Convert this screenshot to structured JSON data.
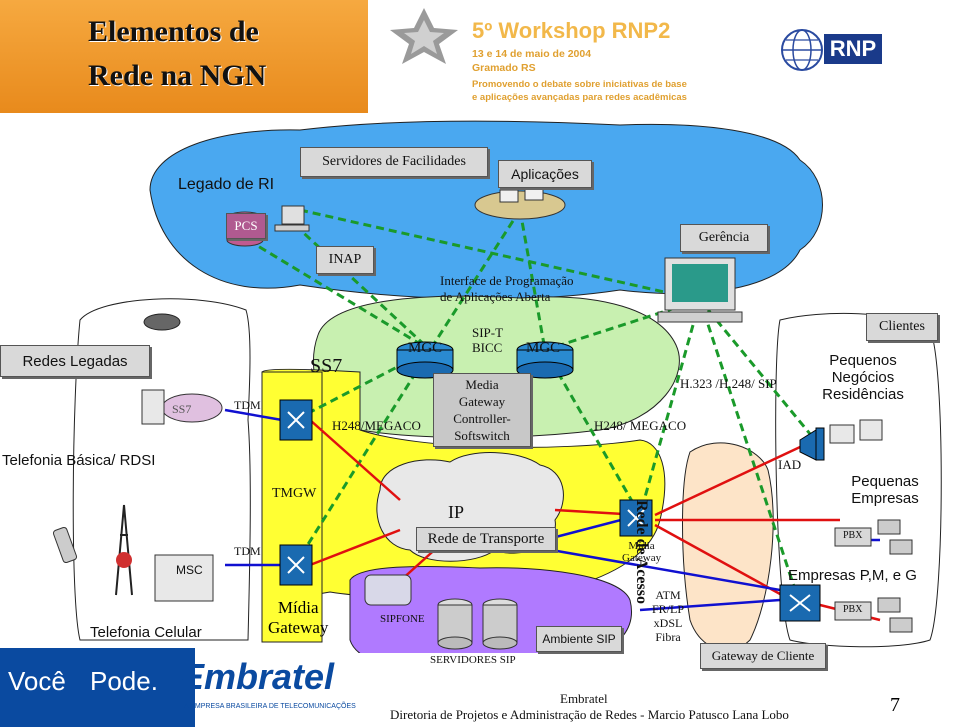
{
  "slide": {
    "title_line1": "Elementos de",
    "title_line2": "Rede na NGN",
    "page_number": "7"
  },
  "header": {
    "workshop_title": "5º Workshop RNP2",
    "dates": "13 e 14 de maio de 2004",
    "location": "Gramado RS",
    "tagline1": "Promovendo o debate sobre iniciativas de base",
    "tagline2": "e aplicações avançadas para redes acadêmicas",
    "rnp_logo": "RNP"
  },
  "diagram": {
    "legado_ri": "Legado de RI",
    "servidores_facilidades": "Servidores de Facilidades",
    "aplicacoes": "Aplicações",
    "pcs": "PCS",
    "gerencia": "Gerência",
    "inap": "INAP",
    "interface_programacao_1": "Interface de Programação",
    "interface_programacao_2": "de Aplicações Aberta",
    "redes_legadas": "Redes Legadas",
    "ss7_small": "SS7",
    "tdm_top": "TDM",
    "ss7": "SS7",
    "mgc_left": "MGC",
    "mgc_right": "MGC",
    "sip_t": "SIP-T",
    "bicc": "BICC",
    "mgc_box_1": "Media",
    "mgc_box_2": "Gateway",
    "mgc_box_3": "Controller-",
    "mgc_box_4": "Softswitch",
    "h323": "H.323 /H.248/ SIP",
    "clientes": "Clientes",
    "pequenos_negocios_1": "Pequenos",
    "pequenos_negocios_2": "Negócios",
    "residencias": "Residências",
    "h248_left": "H248/MEGACO",
    "h248_right": "H248/ MEGACO",
    "telefonia_basica": "Telefonia Básica/ RDSI",
    "tmgw": "TMGW",
    "ip": "IP",
    "rede_transporte": "Rede de Transporte",
    "rede_acesso": "Rede de Acesso",
    "iad": "IAD",
    "pequenas_empresas_1": "Pequenas",
    "pequenas_empresas_2": "Empresas",
    "midia_gateway_small_1": "Mídia",
    "midia_gateway_small_2": "Gateway",
    "pbx1": "PBX",
    "tdm_bottom": "TDM",
    "msc": "MSC",
    "empresas_pmg": "Empresas P,M, e G",
    "midia_gateway_1": "Mídia",
    "midia_gateway_2": "Gateway",
    "sipfone": "SIPFONE",
    "atm": "ATM",
    "frlp": "FR/LP",
    "xdsl": "xDSL",
    "fibra": "Fibra",
    "pbx2": "PBX",
    "telefonia_celular": "Telefonia Celular",
    "ambiente_sip": "Ambiente SIP",
    "servidores_sip": "SERVIDORES SIP",
    "gateway_cliente": "Gateway de Cliente"
  },
  "footer": {
    "voce": "Você",
    "pode": "Pode.",
    "embratel_logo": "Embratel",
    "embratel_tagline": "A EMPRESA BRASILEIRA DE TELECOMUNICAÇÕES",
    "company": "Embratel",
    "credit": "Diretoria de Projetos e Administração de Redes  - Marcio Patusco Lana Lobo"
  },
  "colors": {
    "title_bg": "#f0a035",
    "cloud_blue": "#4aa8f0",
    "cloud_green": "#c8f0b0",
    "yellow": "#ffff33",
    "purple": "#b07aff",
    "line_green": "#1a9a2a",
    "line_red": "#e01010",
    "line_blue": "#1010d0",
    "footer_blue": "#0a4aa0"
  }
}
